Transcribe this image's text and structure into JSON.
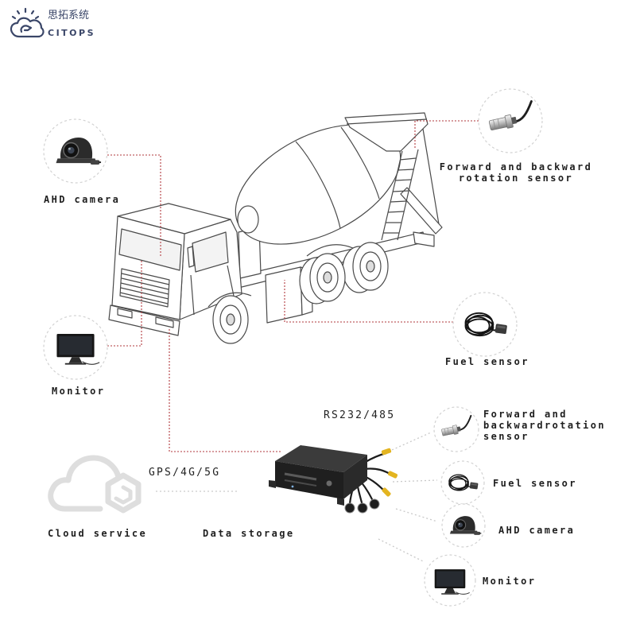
{
  "logo": {
    "name_cn": "思拓系统",
    "name_en": "CITOPS",
    "icon": "citops-cloud-logo-icon",
    "color": "#3a4668"
  },
  "colors": {
    "vehicle_link": "#b23a3e",
    "device_link": "#c9c9c9",
    "ring": "#d2d2d2",
    "connector_yellow": "#e3b420",
    "cloud_outline": "#dedede"
  },
  "vehicle": {
    "icon": "concrete-mixer-truck-illustration",
    "ahd_camera": {
      "label": "AHD camera",
      "icon": "ahd-camera-icon"
    },
    "rotation_sensor": {
      "lines": [
        "Forward and backward",
        "rotation sensor"
      ],
      "icon": "rotation-sensor-icon"
    },
    "monitor": {
      "label": "Monitor",
      "icon": "monitor-icon"
    },
    "fuel_sensor": {
      "label": "Fuel sensor",
      "icon": "fuel-sensor-icon"
    }
  },
  "mdvr": {
    "icon": "mdvr-device-icon",
    "interface_label": "RS232/485",
    "network_label": "GPS/4G/5G",
    "storage_label": "Data storage",
    "cloud": {
      "label": "Cloud service",
      "icon": "cloud-service-icon"
    },
    "peripherals": [
      {
        "lines": [
          "Forward and",
          "backwardrotation",
          "sensor"
        ],
        "icon": "rotation-sensor-icon"
      },
      {
        "label": "Fuel sensor",
        "icon": "fuel-sensor-icon"
      },
      {
        "label": "AHD camera",
        "icon": "ahd-camera-icon"
      },
      {
        "label": "Monitor",
        "icon": "monitor-icon"
      }
    ]
  }
}
